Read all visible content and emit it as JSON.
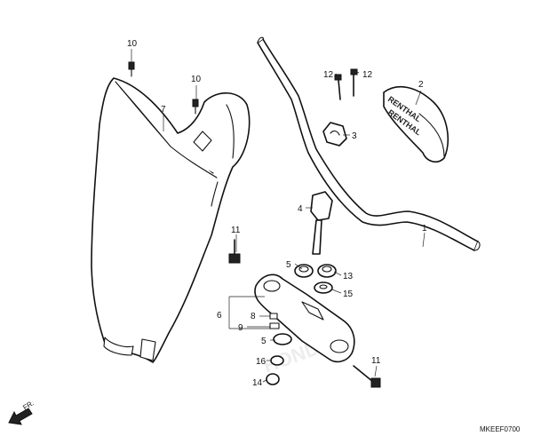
{
  "callouts": {
    "c1": "1",
    "c2": "2",
    "c3": "3",
    "c4": "4",
    "c5a": "5",
    "c5b": "5",
    "c6": "6",
    "c7": "7",
    "c8": "8",
    "c9": "9",
    "c10a": "10",
    "c10b": "10",
    "c11a": "11",
    "c11b": "11",
    "c12a": "12",
    "c12b": "12",
    "c13": "13",
    "c14": "14",
    "c15": "15",
    "c16": "16"
  },
  "pad_brand_top": "RENTHAL",
  "pad_brand_bottom": "RENTHAL",
  "direction_label": "FR.",
  "diagram_code": "MKEEF0700",
  "watermark": "HONDA"
}
